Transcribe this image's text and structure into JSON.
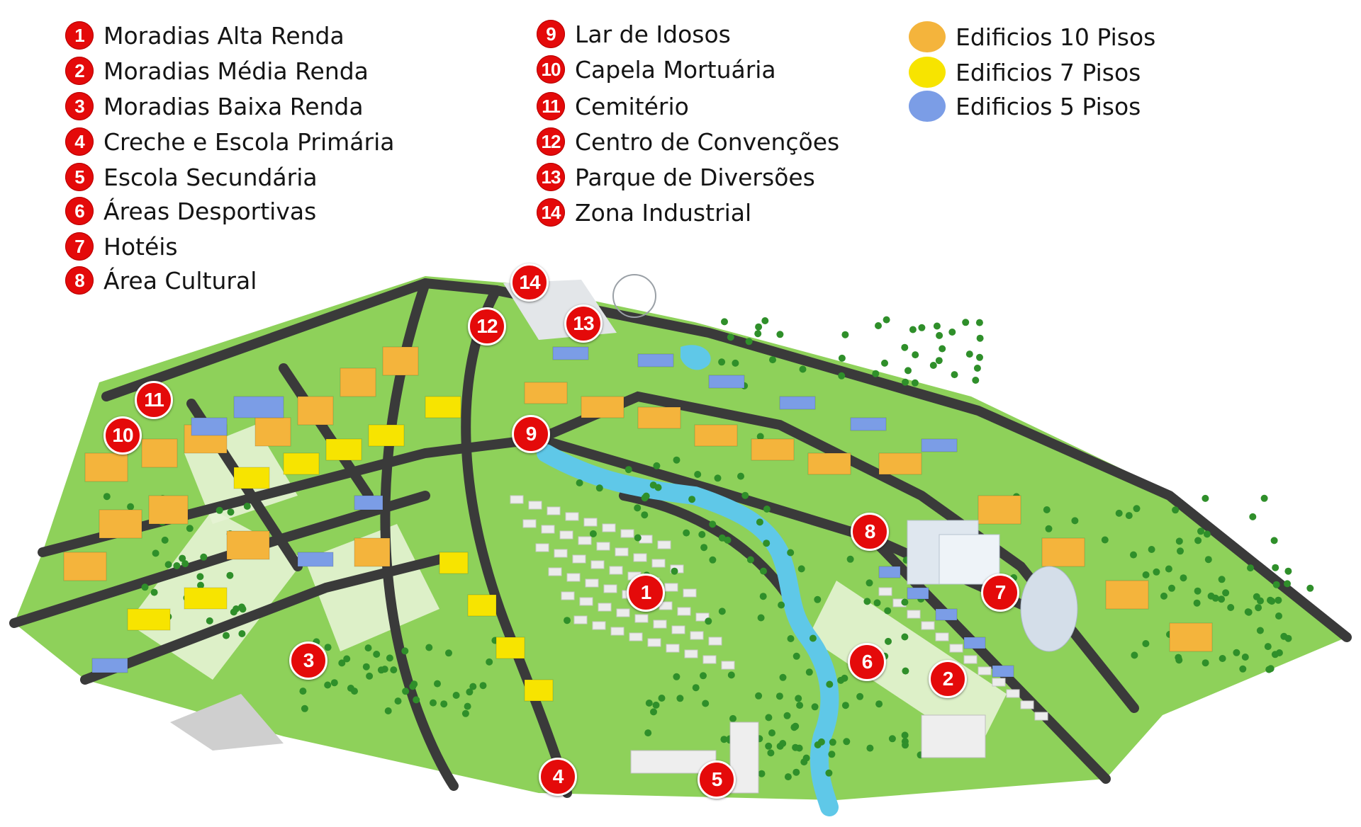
{
  "legend": {
    "areas": [
      {
        "number": "1",
        "label": "Moradias Alta Renda"
      },
      {
        "number": "2",
        "label": "Moradias Média Renda"
      },
      {
        "number": "3",
        "label": "Moradias Baixa Renda"
      },
      {
        "number": "4",
        "label": "Creche e Escola Primária"
      },
      {
        "number": "5",
        "label": "Escola Secundária"
      },
      {
        "number": "6",
        "label": "Áreas Desportivas"
      },
      {
        "number": "7",
        "label": "Hotéis"
      },
      {
        "number": "8",
        "label": "Área Cultural"
      },
      {
        "number": "9",
        "label": "Lar de Idosos"
      },
      {
        "number": "10",
        "label": "Capela Mortuária"
      },
      {
        "number": "11",
        "label": "Cemitério"
      },
      {
        "number": "12",
        "label": "Centro de Convenções"
      },
      {
        "number": "13",
        "label": "Parque de Diversões"
      },
      {
        "number": "14",
        "label": "Zona Industrial"
      }
    ],
    "buildings": [
      {
        "label": "Edificios 10 Pisos",
        "color": "#f4b43c"
      },
      {
        "label": "Edificios 7 Pisos",
        "color": "#f7e400"
      },
      {
        "label": "Edificios 5 Pisos",
        "color": "#7b9de6"
      }
    ]
  },
  "map": {
    "markers": [
      "1",
      "2",
      "3",
      "4",
      "5",
      "6",
      "7",
      "8",
      "9",
      "10",
      "11",
      "12",
      "13",
      "14"
    ],
    "colors": {
      "grass": "#8ed15a",
      "road": "#3a3a3a",
      "water": "#5fc8e8",
      "tree": "#2f8f2a",
      "lot": "#e6f3d4",
      "house": "#ececec"
    }
  }
}
